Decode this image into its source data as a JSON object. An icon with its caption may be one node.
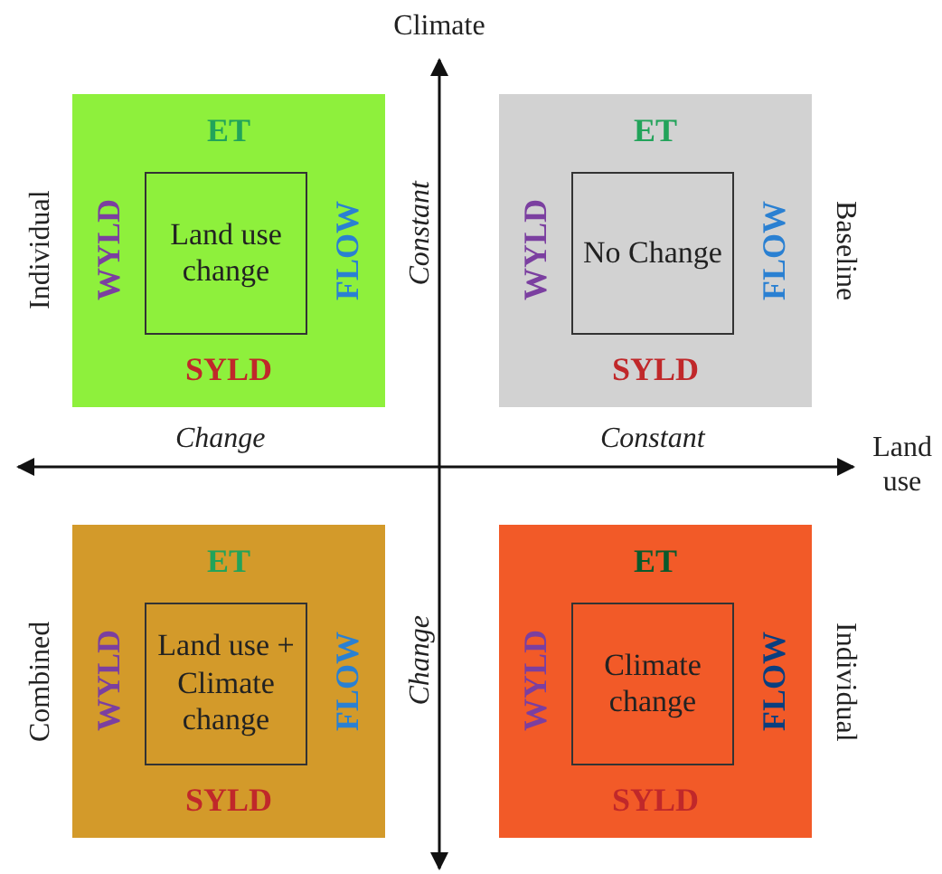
{
  "diagram": {
    "nodes": [
      {
        "text": [
          "ET",
          "WYLD",
          "FLOW",
          "SYLD"
        ],
        "beside": [
          "Individual"
        ]
      },
      {
        "text": [
          "Land use change"
        ],
        "in": 0
      },
      {
        "text": [
          "ET",
          "WYLD",
          "FLOW",
          "SYLD"
        ],
        "beside": [
          "Baseline"
        ]
      },
      {
        "text": [
          "No Change"
        ],
        "in": 2
      },
      {
        "text": [
          "ET",
          "WYLD",
          "FLOW",
          "SYLD"
        ],
        "beside": [
          "Combined"
        ]
      },
      {
        "text": [
          "Land use + Climate change"
        ],
        "in": 4
      },
      {
        "text": [
          "ET",
          "WYLD",
          "FLOW",
          "SYLD"
        ],
        "beside": [
          "Individual"
        ]
      },
      {
        "text": [
          "Climate change"
        ],
        "in": 6
      }
    ],
    "edges": [],
    "labels": [
      "Climate",
      "Constant",
      "Change",
      "Constant",
      "Land use",
      "Change"
    ]
  }
}
